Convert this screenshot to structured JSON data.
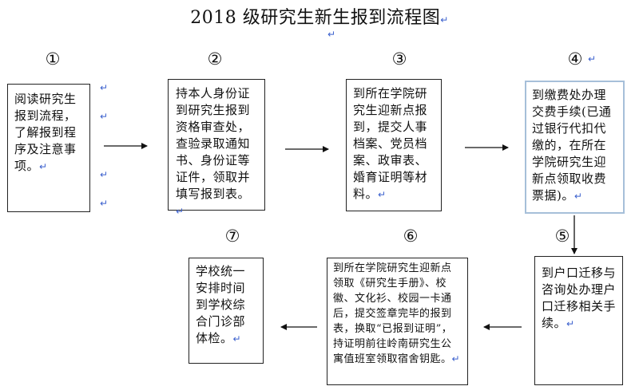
{
  "title": "2018 级研究生新生报到流程图",
  "return_mark": "↵",
  "steps": [
    {
      "num": "①",
      "text": "阅读研究生报到流程，了解报到程序及注意事项。"
    },
    {
      "num": "②",
      "text": "持本人身份证到研究生报到资格审查处，查验录取通知书、身份证等证件，领取并填写报到表。"
    },
    {
      "num": "③",
      "text": "到所在学院研究生迎新点报到，提交人事档案、党员档案、政审表、婚育证明等材料。"
    },
    {
      "num": "④",
      "text": "到缴费处办理交费手续(已通过银行代扣代缴的，在所在学院研究生迎新点领取收费票据)。"
    },
    {
      "num": "⑤",
      "text": "到户口迁移与咨询处办理户口迁移相关手续。"
    },
    {
      "num": "⑥",
      "text": "到所在学院研究生迎新点领取《研究生手册》、校徽、文化衫、校园一卡通后，提交签章完毕的报到表，换取“已报到证明”，持证明前往岭南研究生公寓值班室领取宿舍钥匙。"
    },
    {
      "num": "⑦",
      "text": "学校统一安排时间到学校综合门诊部体检。"
    }
  ],
  "colors": {
    "line": "#111111",
    "mark": "#3a5fcd",
    "step4_border": "#a6bfd9"
  }
}
